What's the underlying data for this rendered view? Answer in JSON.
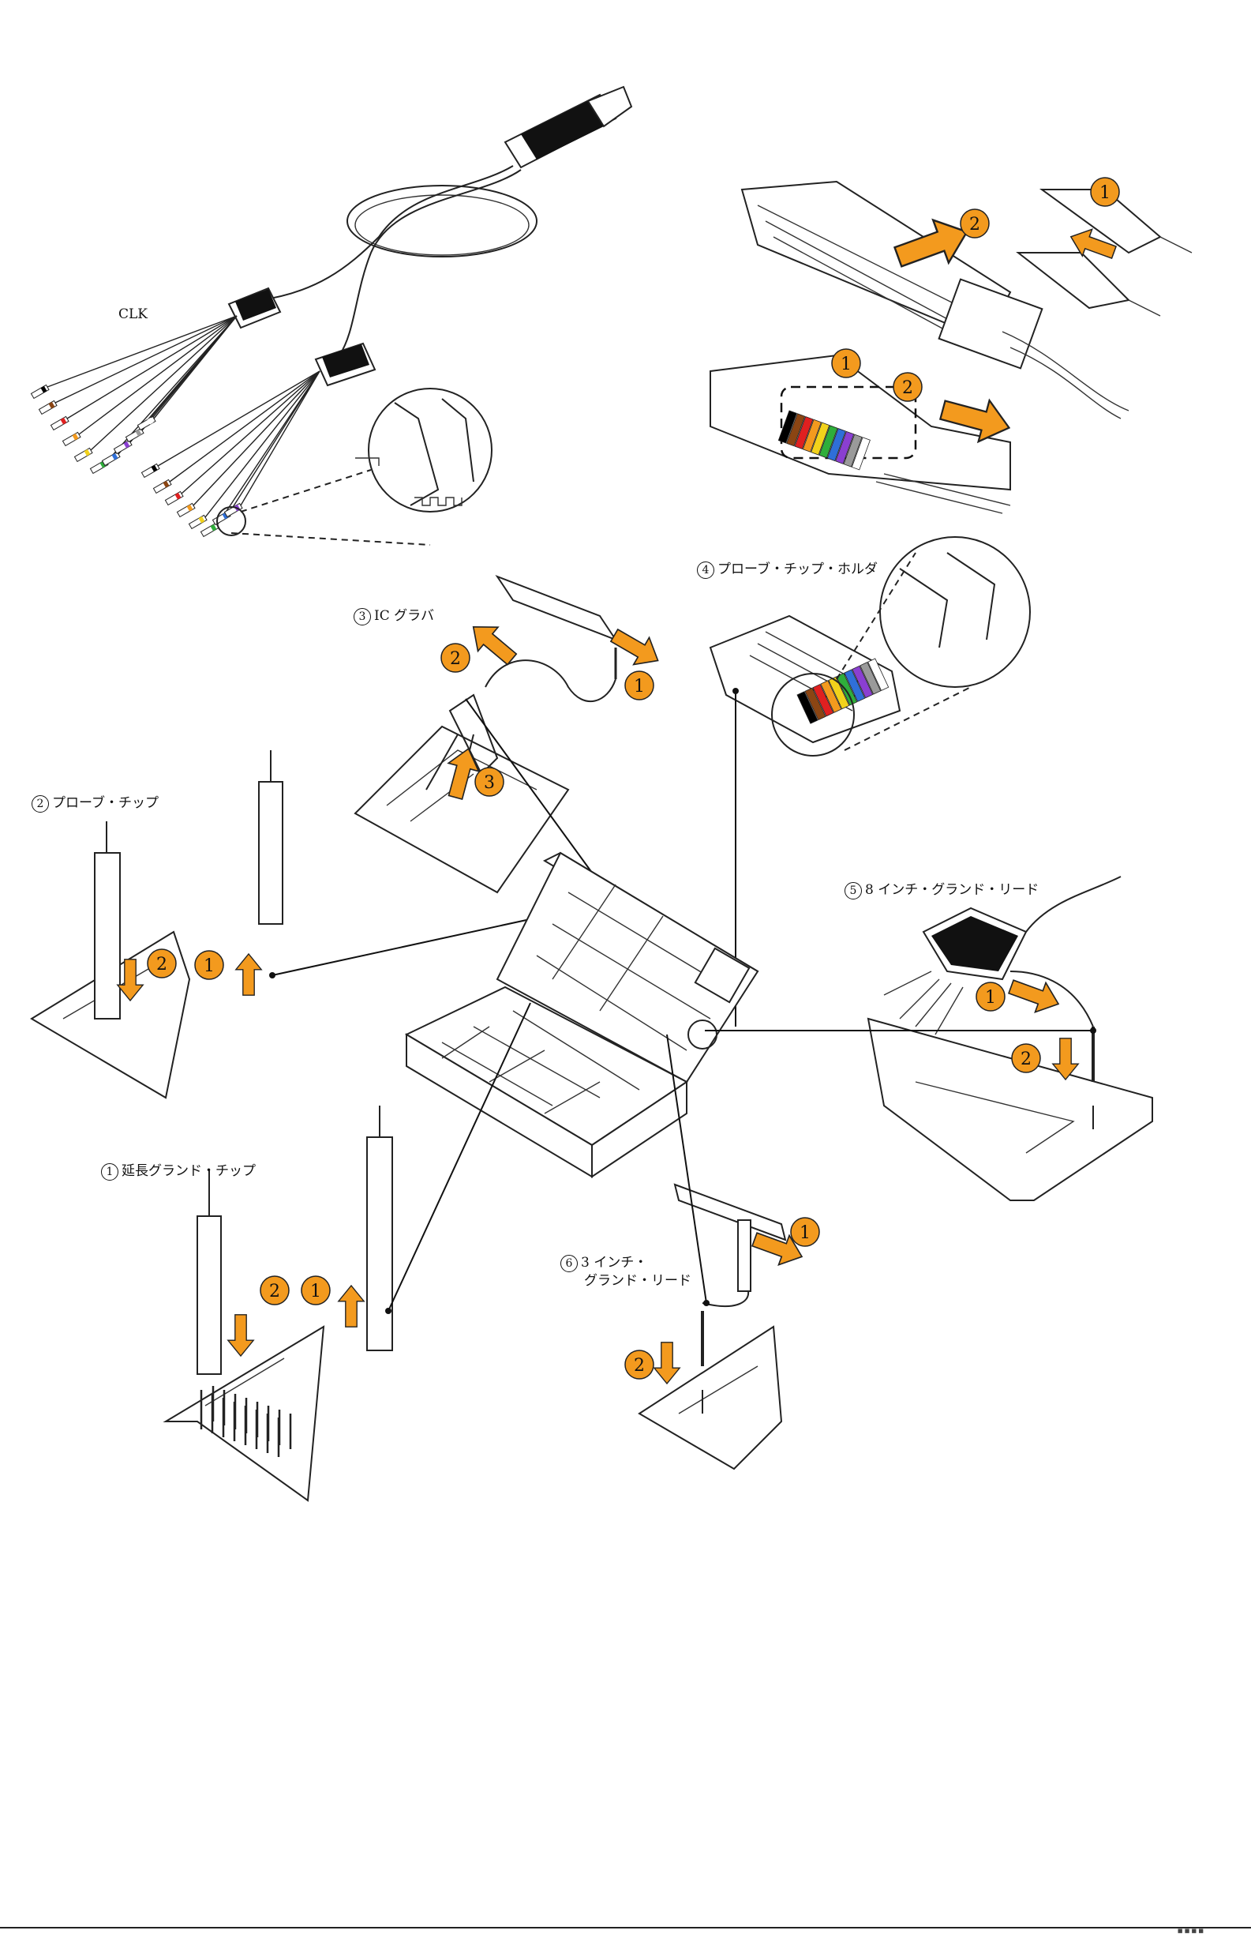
{
  "labels": {
    "clk": "CLK",
    "ic_grabber": {
      "num": "3",
      "text": "IC グラバ"
    },
    "probe_tip": {
      "num": "2",
      "text": "プローブ・チップ"
    },
    "tip_holder": {
      "num": "4",
      "text": "プローブ・チップ・ホルダ"
    },
    "ground_lead_8in": {
      "num": "5",
      "text": "8 インチ・グランド・リード"
    },
    "ext_ground_tip": {
      "num": "1",
      "text": "延長グランド・チップ"
    },
    "ground_lead_3in": {
      "num": "6",
      "text": "3 インチ・",
      "text2": "グランド・リード"
    }
  },
  "step_badges": [
    "1",
    "2",
    "3"
  ],
  "footer": "■ ■ ■ ■",
  "colors": {
    "accent": "#f39a1e",
    "line": "#222222",
    "lead_colors": [
      "#000000",
      "#8b4513",
      "#e02020",
      "#f39a1e",
      "#f2d21b",
      "#2fae3b",
      "#2f6fd8",
      "#8a3fd1",
      "#9a9a9a",
      "#ffffff"
    ]
  }
}
